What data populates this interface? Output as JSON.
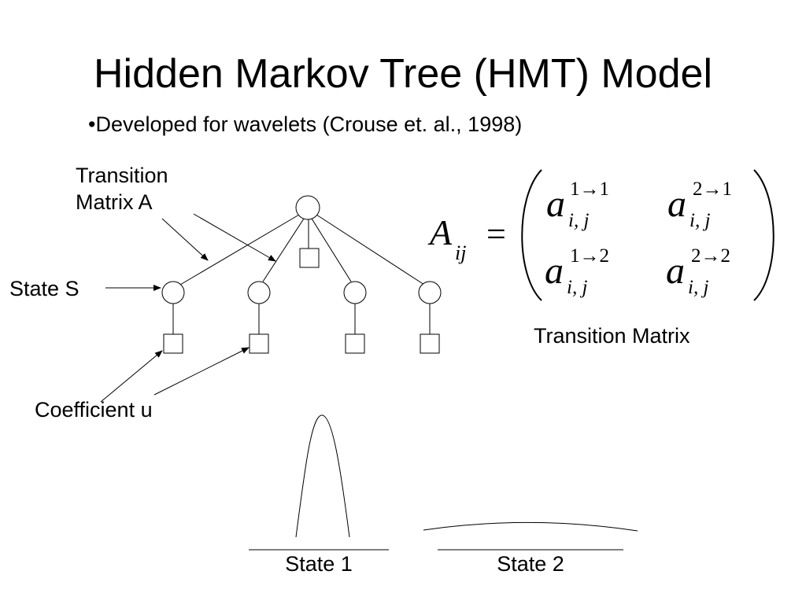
{
  "slide": {
    "title": "Hidden Markov Tree (HMT) Model",
    "bullet": "•Developed for wavelets (Crouse et. al., 1998)"
  },
  "labels": {
    "transition_matrix_a": "Transition Matrix A",
    "state_s": "State S",
    "coefficient_u": "Coefficient u",
    "transition_matrix": "Transition Matrix",
    "state_1": "State 1",
    "state_2": "State 2"
  },
  "equation": {
    "lhs_symbol": "A",
    "lhs_subscript": "ij",
    "equals": "=",
    "entries": [
      {
        "base": "a",
        "sup": "1→1",
        "sub": "i, j"
      },
      {
        "base": "a",
        "sup": "2→1",
        "sub": "i, j"
      },
      {
        "base": "a",
        "sup": "1→2",
        "sub": "i, j"
      },
      {
        "base": "a",
        "sup": "2→2",
        "sub": "i, j"
      }
    ]
  }
}
